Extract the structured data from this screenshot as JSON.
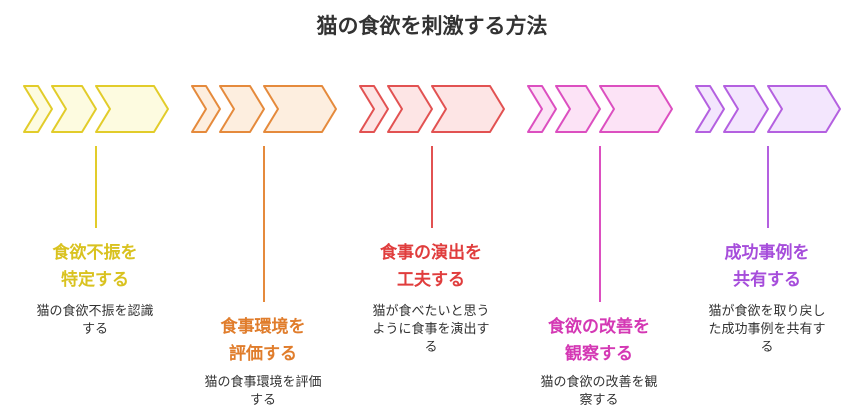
{
  "title": "猫の食欲を刺激する方法",
  "steps": [
    {
      "heading_1": "食欲不振を",
      "heading_2": "特定する",
      "desc_1": "猫の食欲不振を認識",
      "desc_2": "する",
      "stroke": "#e2cc2a",
      "fill": "#fdfbe0",
      "text_color": "#d9c21f"
    },
    {
      "heading_1": "食事環境を",
      "heading_2": "評価する",
      "desc_1": "猫の食事環境を評価",
      "desc_2": "する",
      "stroke": "#e58a3c",
      "fill": "#fdeedf",
      "text_color": "#e07d2c"
    },
    {
      "heading_1": "食事の演出を",
      "heading_2": "工夫する",
      "desc_1": "猫が食べたいと思う",
      "desc_2": "ように食事を演出す",
      "desc_3": "る",
      "stroke": "#e25252",
      "fill": "#fde5e5",
      "text_color": "#e03d3d"
    },
    {
      "heading_1": "食欲の改善を",
      "heading_2": "観察する",
      "desc_1": "猫の食欲の改善を観",
      "desc_2": "察する",
      "stroke": "#dc4fc0",
      "fill": "#fce3f6",
      "text_color": "#d438b4"
    },
    {
      "heading_1": "成功事例を",
      "heading_2": "共有する",
      "desc_1": "猫が食欲を取り戻し",
      "desc_2": "た成功事例を共有す",
      "desc_3": "る",
      "stroke": "#b460e0",
      "fill": "#f3e6fd",
      "text_color": "#a64ddb"
    }
  ]
}
